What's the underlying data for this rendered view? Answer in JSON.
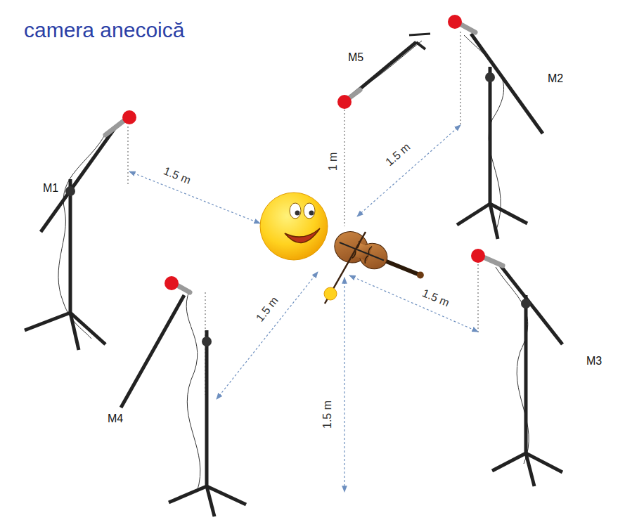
{
  "diagram": {
    "title": "camera anecoică",
    "labels": [
      "M5",
      "M2",
      "M1",
      "1.5 m",
      "1 m",
      "1.5 m",
      "1.5 m",
      "1.5 m",
      "M3",
      "M4",
      "1.5 m"
    ]
  }
}
